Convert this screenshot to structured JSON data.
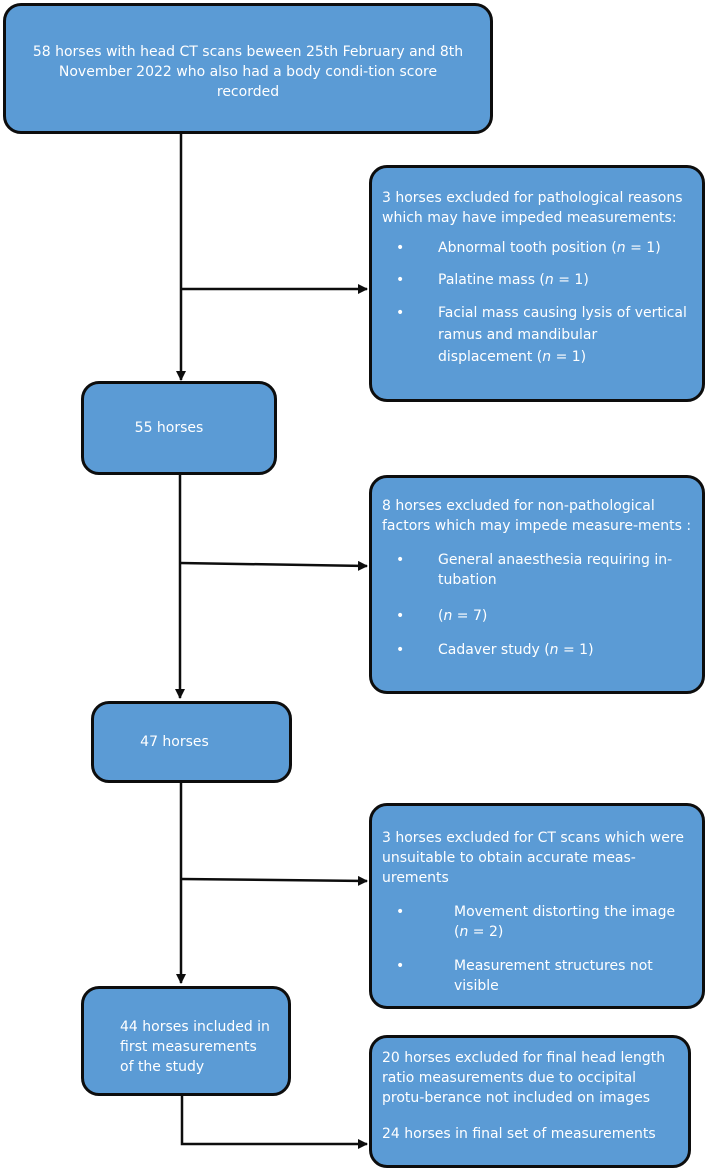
{
  "boxes": {
    "start": {
      "text": "58 horses with head CT scans beween 25th February and 8th November 2022 who also had a body condi-tion score recorded"
    },
    "excl1": {
      "heading": "3 horses excluded for pathological reasons which may have impeded measurements:",
      "items": [
        {
          "label": "Abnormal tooth position (",
          "n": "n",
          "rest": " = 1)"
        },
        {
          "label": "Palatine mass (",
          "n": "n",
          "rest": " = 1)"
        },
        {
          "label": "Facial mass causing lysis of vertical ramus and mandibular displacement (",
          "n": "n",
          "rest": " = 1)"
        }
      ]
    },
    "count55": {
      "text": "55 horses"
    },
    "excl2": {
      "heading": "8 horses excluded for non-pathological factors which may impede measure-ments :",
      "items": [
        {
          "label": "General anaesthesia requiring in-tubation"
        },
        {
          "label": "(",
          "n": "n",
          "rest": " = 7)"
        },
        {
          "label": "Cadaver study (",
          "n": "n",
          "rest": " = 1)"
        }
      ]
    },
    "count47": {
      "text": "47 horses"
    },
    "excl3": {
      "heading": "3 horses excluded for CT scans which were unsuitable to obtain accurate meas-urements",
      "items": [
        {
          "label": "Movement distorting the image (",
          "n": "n",
          "rest": " = 2)"
        },
        {
          "label": "Measurement structures not visible"
        }
      ]
    },
    "count44": {
      "text": "44 horses included in first measurements of the study"
    },
    "final": {
      "heading": "20 horses excluded for final head length ratio measurements due to occipital protu-berance not included on images",
      "result": "24 horses in final set of measurements"
    }
  }
}
